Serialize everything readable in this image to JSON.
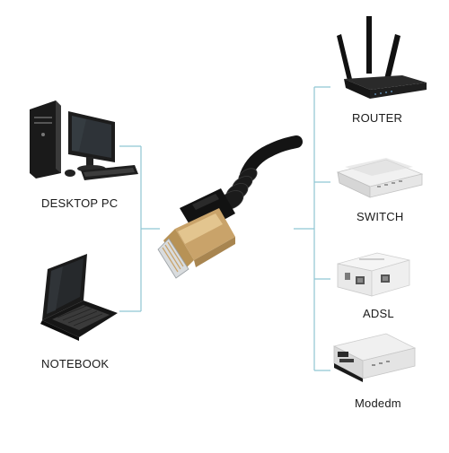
{
  "labels": {
    "desktop_pc": "DESKTOP PC",
    "notebook": "NOTEBOOK",
    "router": "ROUTER",
    "switch": "SWITCH",
    "adsl": "ADSL",
    "modem": "Modedm"
  },
  "icons": {
    "desktop_pc": "desktop-computer-icon",
    "notebook": "laptop-icon",
    "router": "wifi-router-icon",
    "switch": "network-switch-icon",
    "adsl": "adsl-box-icon",
    "modem": "modem-icon",
    "cable": "ethernet-cable-icon"
  },
  "colors": {
    "connector_line": "#8fc6d3",
    "cable": "#141414",
    "plug_metal": "#c9a36a",
    "background": "#ffffff"
  }
}
